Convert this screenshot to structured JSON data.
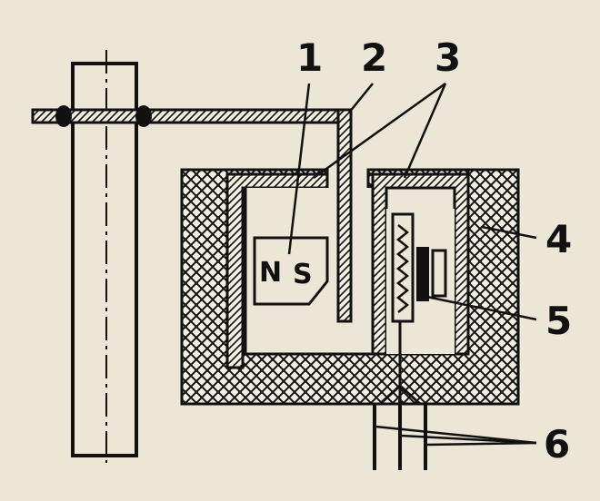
{
  "figure": {
    "callouts": [
      "1",
      "2",
      "3",
      "4",
      "5",
      "6"
    ],
    "magnet": {
      "north": "N",
      "south": "S"
    }
  },
  "colors": {
    "paper": "#ebe6d6",
    "ink": "#111111",
    "hatch_background": "#f2eee2"
  }
}
